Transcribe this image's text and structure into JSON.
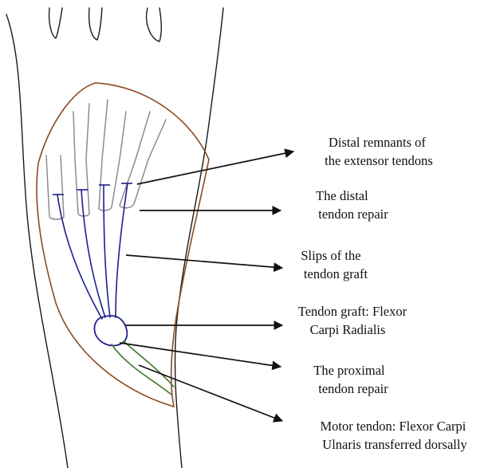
{
  "labels": [
    {
      "id": "distal-remnants",
      "lines": [
        "Distal remnants of",
        "the extensor tendons"
      ]
    },
    {
      "id": "distal-repair",
      "lines": [
        "The distal",
        "tendon repair"
      ]
    },
    {
      "id": "slips",
      "lines": [
        "Slips of the",
        "tendon graft"
      ]
    },
    {
      "id": "graft",
      "lines": [
        "Tendon graft: Flexor",
        "Carpi Radialis"
      ]
    },
    {
      "id": "proximal-repair",
      "lines": [
        "The proximal",
        "tendon repair"
      ]
    },
    {
      "id": "motor-tendon",
      "lines": [
        "Motor tendon: Flexor Carpi",
        "Ulnaris transferred dorsally"
      ]
    }
  ],
  "colors": {
    "outline": "#1a1a1a",
    "incision": "#8b4a22",
    "extensor_remnants": "#8c8c8c",
    "graft_slips": "#1f1f8c",
    "motor_tendon": "#3f7a2a",
    "arrows": "#111111"
  }
}
